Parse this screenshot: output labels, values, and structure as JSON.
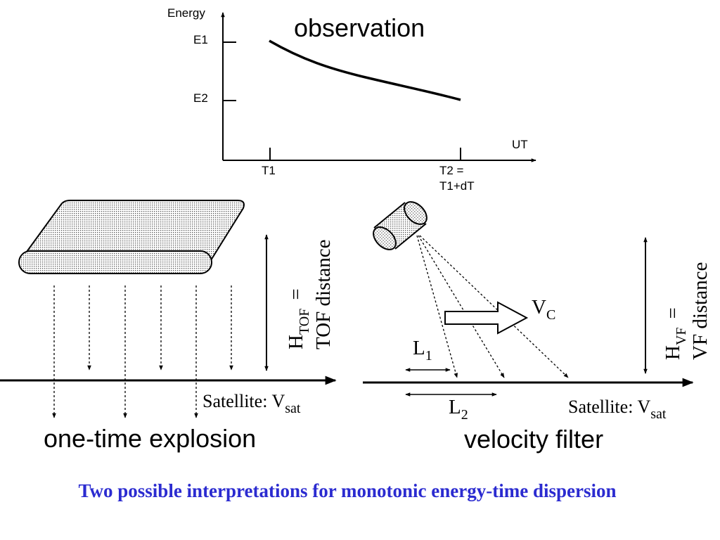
{
  "observation": {
    "title": "observation",
    "y_axis_label": "Energy",
    "x_axis_label": "UT",
    "e1": "E1",
    "e2": "E2",
    "t1": "T1",
    "t2_line1": "T2 =",
    "t2_line2": "T1+dT"
  },
  "tof": {
    "h_symbol": "H",
    "h_subscript": "TOF",
    "equals": "=",
    "distance_label": "TOF distance",
    "satellite_text": "Satellite: V",
    "satellite_sub": "sat",
    "title": "one-time explosion"
  },
  "vf": {
    "vc_symbol": "V",
    "vc_subscript": "C",
    "l1_symbol": "L",
    "l1_subscript": "1",
    "l2_symbol": "L",
    "l2_subscript": "2",
    "h_symbol": "H",
    "h_subscript": "VF",
    "equals": "=",
    "distance_label": "VF distance",
    "satellite_text": "Satellite: V",
    "satellite_sub": "sat",
    "title": "velocity filter"
  },
  "caption": "Two possible interpretations for monotonic energy-time dispersion",
  "colors": {
    "caption": "#2b2bd0",
    "ink": "#000000"
  }
}
